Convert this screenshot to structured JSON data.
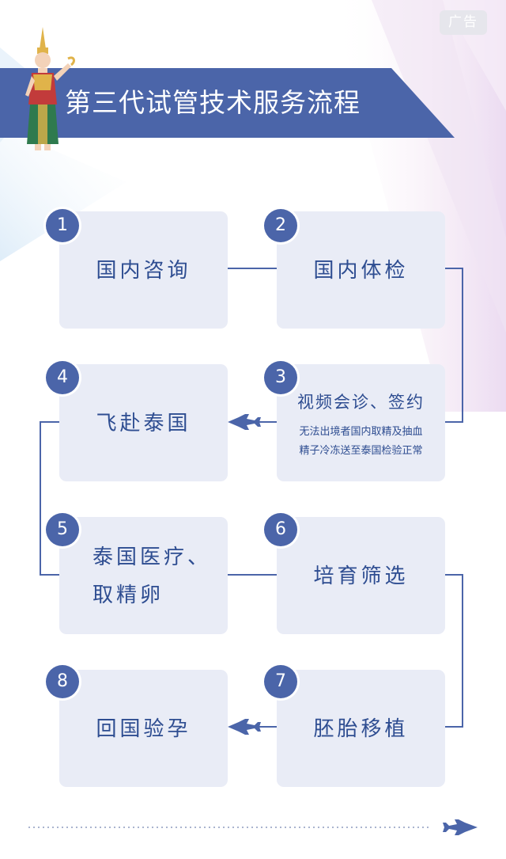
{
  "ad": {
    "label": "广告"
  },
  "header": {
    "title": "第三代试管技术服务流程"
  },
  "steps": [
    {
      "num": "1",
      "title": "国内咨询"
    },
    {
      "num": "2",
      "title": "国内体检"
    },
    {
      "num": "3",
      "title": "视频会诊、签约",
      "note_lines": [
        "无法出境者国内取精及抽血",
        "精子冷冻送至泰国检验正常"
      ]
    },
    {
      "num": "4",
      "title": "飞赴泰国"
    },
    {
      "num": "5",
      "title_lines": [
        "泰国医疗、",
        "取精卵"
      ]
    },
    {
      "num": "6",
      "title": "培育筛选"
    },
    {
      "num": "7",
      "title": "胚胎移植"
    },
    {
      "num": "8",
      "title": "回国验孕"
    }
  ],
  "colors": {
    "accent": "#4b65a9",
    "card": "#e9ecf6",
    "text": "#2e4d91",
    "line": "#4b65a9"
  },
  "icons": [
    "thai-dancer-icon",
    "airplane-icon"
  ]
}
